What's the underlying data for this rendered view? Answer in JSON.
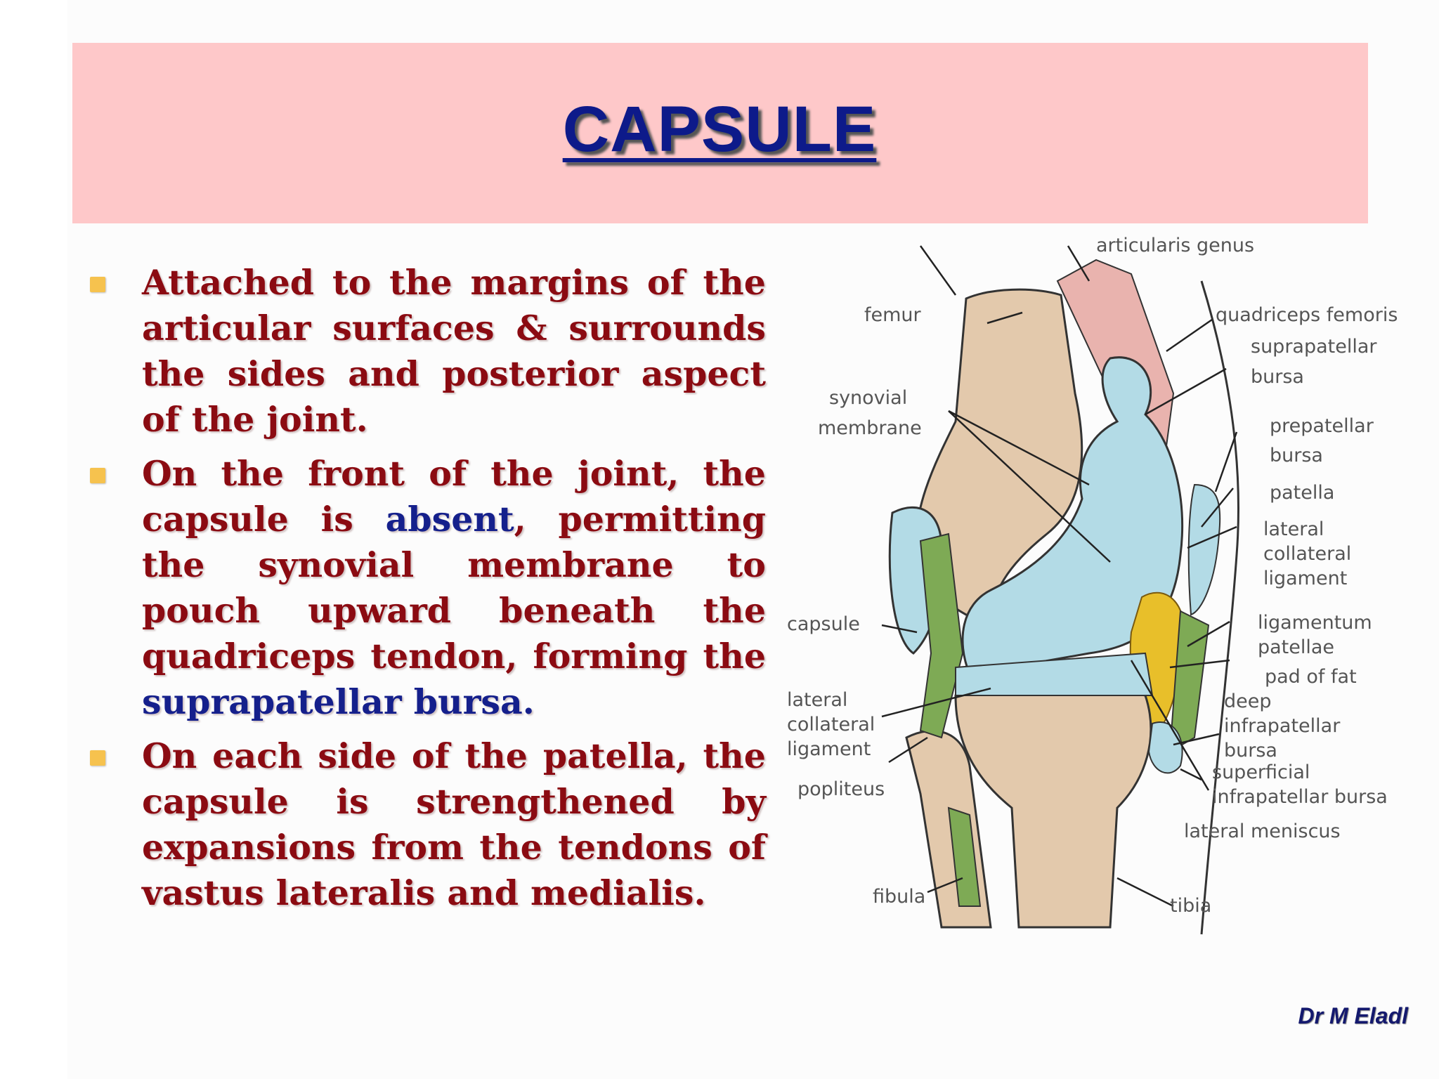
{
  "slide": {
    "title": "CAPSULE",
    "author": "Dr M Eladl"
  },
  "bullets": [
    {
      "text": "Attached to the margins of the articular surfaces & surrounds the sides and posterior aspect of the joint."
    },
    {
      "part1": "On the front of the joint, the capsule is ",
      "highlight1": "absent",
      "part2": ", permitting the synovial membrane to pouch upward beneath the quadriceps tendon, forming the ",
      "highlight2": "suprapatellar bursa."
    },
    {
      "text": "On each side of the patella, the capsule is strengthened by expansions from the tendons of vastus lateralis and medialis."
    }
  ],
  "diagram": {
    "labels": {
      "articularis_genus": "articularis genus",
      "femur": "femur",
      "quadriceps_femoris": "quadriceps femoris",
      "suprapatellar_1": "suprapatellar",
      "suprapatellar_2": "bursa",
      "synovial_1": "synovial",
      "synovial_2": "membrane",
      "prepatellar_1": "prepatellar",
      "prepatellar_2": "bursa",
      "patella": "patella",
      "lcl_right_1": "lateral",
      "lcl_right_2": "collateral",
      "lcl_right_3": "ligament",
      "capsule": "capsule",
      "lig_patellae_1": "ligamentum",
      "lig_patellae_2": "patellae",
      "pad_of_fat": "pad of fat",
      "lcl_left_1": "lateral",
      "lcl_left_2": "collateral",
      "lcl_left_3": "ligament",
      "deep_infra_1": "deep",
      "deep_infra_2": "infrapatellar",
      "deep_infra_3": "bursa",
      "popliteus": "popliteus",
      "superficial_1": "superficial",
      "superficial_2": "infrapatellar bursa",
      "lateral_meniscus": "lateral meniscus",
      "fibula": "fibula",
      "tibia": "tibia"
    },
    "colors": {
      "bone": "#e3c9ac",
      "synovial": "#b3dbe6",
      "muscle": "#e9b3ae",
      "ligament": "#7eaa55",
      "fat": "#e8bf2a"
    }
  }
}
